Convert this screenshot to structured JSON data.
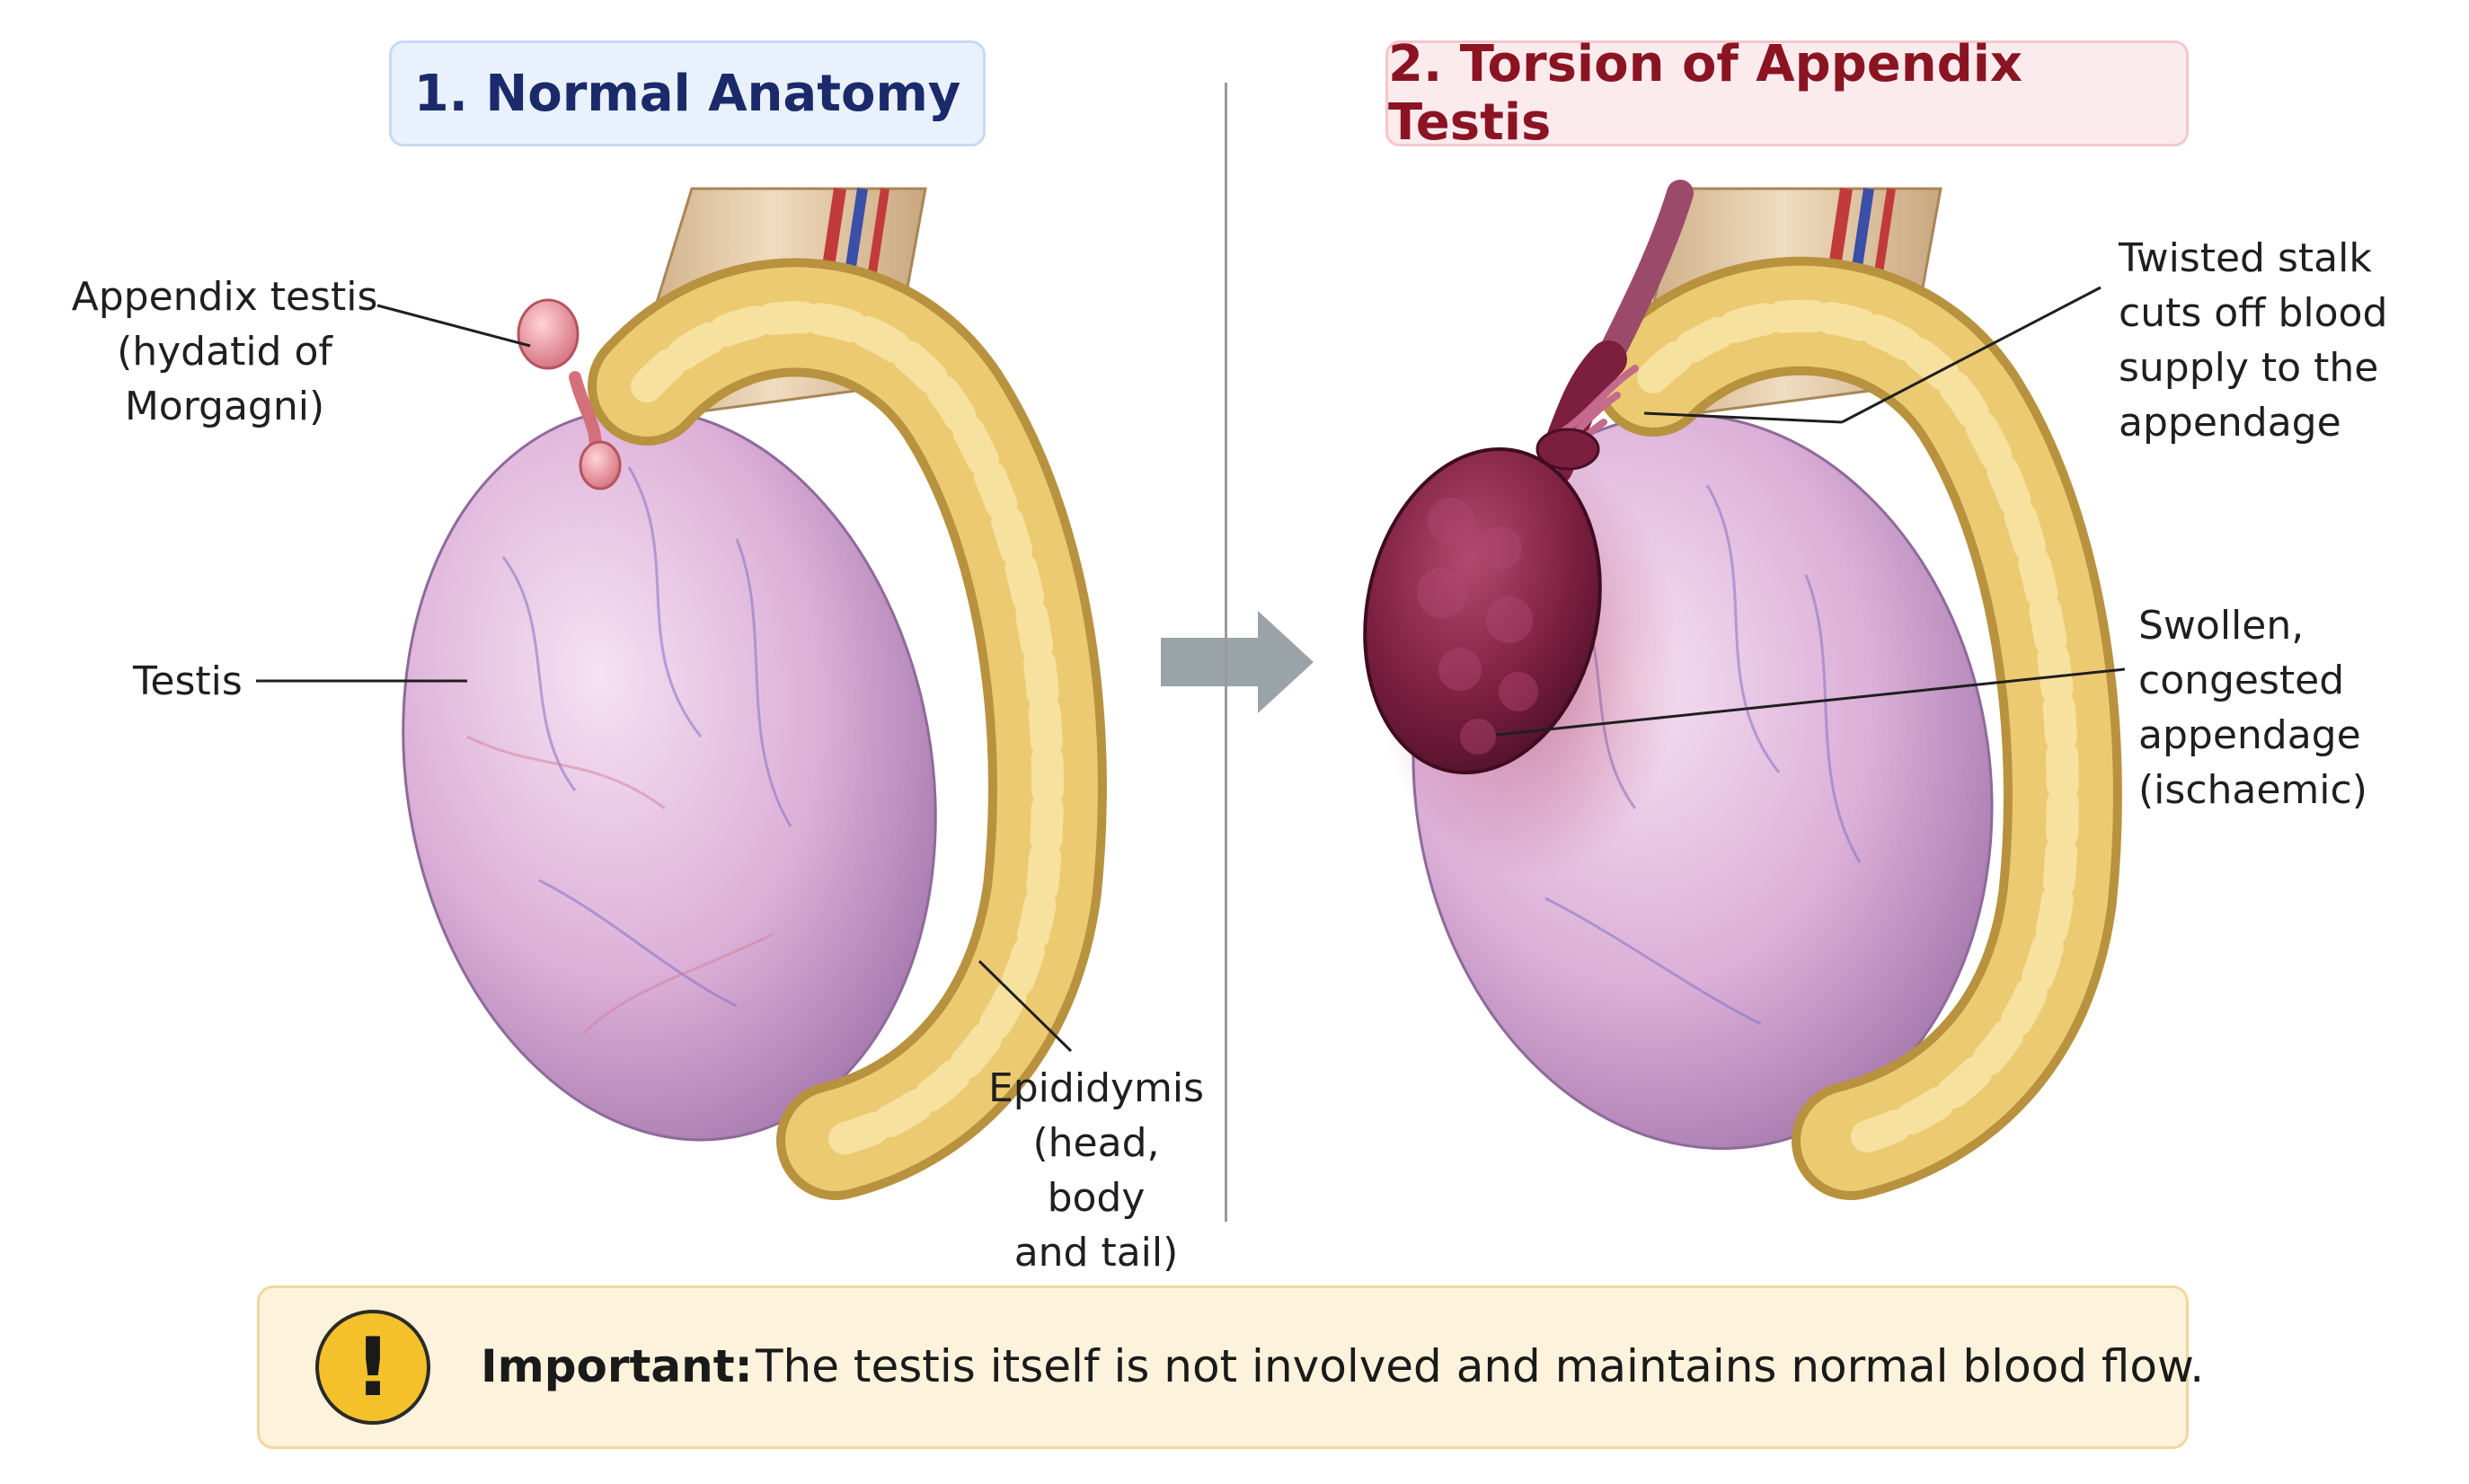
{
  "panels": {
    "left": {
      "title": "1. Normal Anatomy",
      "labels": {
        "appendix": "Appendix testis\n(hydatid of Morgagni)",
        "testis": "Testis",
        "epididymis": "Epididymis\n(head, body\nand tail)"
      }
    },
    "right": {
      "title": "2. Torsion of Appendix Testis",
      "labels": {
        "twisted": "Twisted stalk\ncuts off blood\nsupply to the\nappendage",
        "swollen": "Swollen,\ncongested\nappendage\n(ischaemic)"
      }
    }
  },
  "note": {
    "bold": "Important:",
    "text": "The testis itself is not involved and maintains normal blood flow."
  },
  "colors": {
    "left_title": "#1b2a6b",
    "right_title": "#8b1423",
    "testis": "#d9a9d6",
    "epididymis": "#e9c46a",
    "appendage": "#8e2746",
    "arrow": "#9aa3a8",
    "note_icon": "#f4c12a"
  }
}
